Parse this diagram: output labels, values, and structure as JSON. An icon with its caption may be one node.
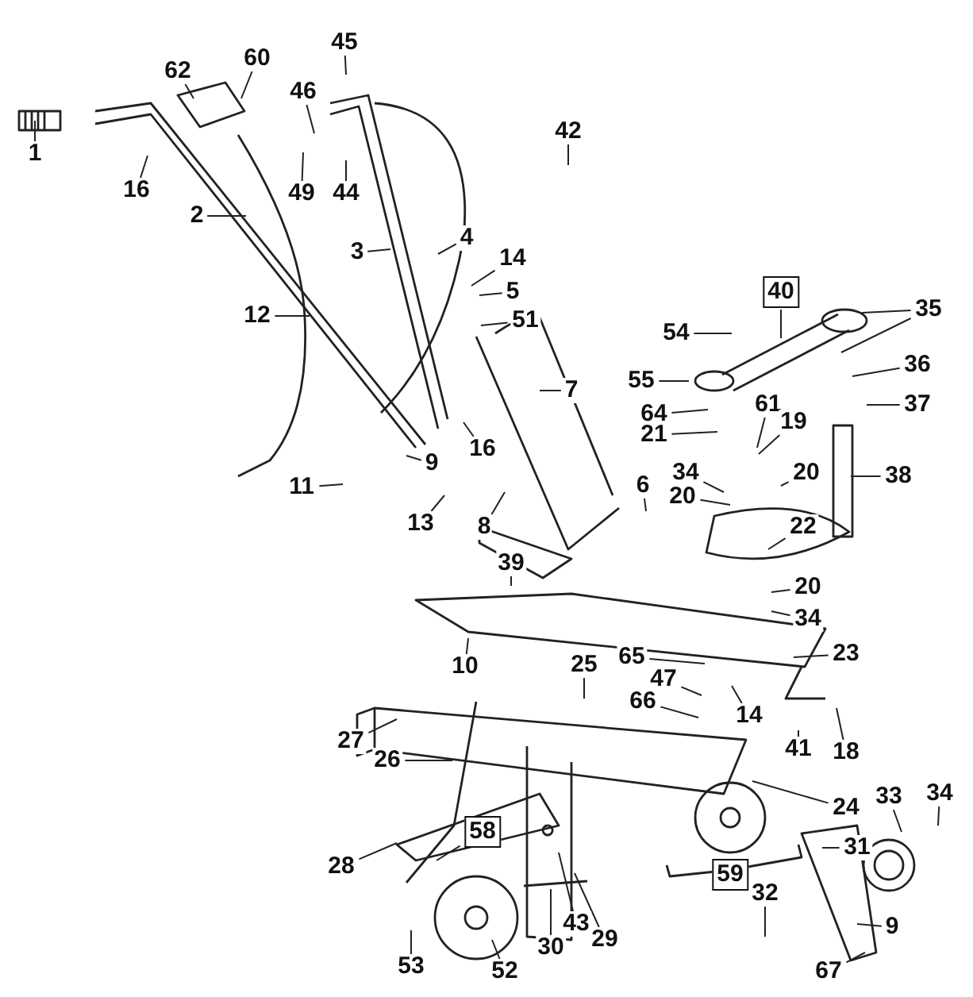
{
  "diagram": {
    "nodes": [
      {
        "text": [
          "1"
        ]
      },
      {
        "text": [
          "16"
        ]
      },
      {
        "text": [
          "62"
        ]
      },
      {
        "text": [
          "60"
        ]
      },
      {
        "text": [
          "45"
        ]
      },
      {
        "text": [
          "46"
        ]
      },
      {
        "text": [
          "49"
        ]
      },
      {
        "text": [
          "44"
        ]
      },
      {
        "text": [
          "42"
        ]
      },
      {
        "text": [
          "2"
        ]
      },
      {
        "text": [
          "12"
        ]
      },
      {
        "text": [
          "3"
        ]
      },
      {
        "text": [
          "4"
        ]
      },
      {
        "text": [
          "14"
        ]
      },
      {
        "text": [
          "5"
        ]
      },
      {
        "text": [
          "51"
        ]
      },
      {
        "text": [
          "7"
        ]
      },
      {
        "text": [
          "16"
        ]
      },
      {
        "text": [
          "9"
        ]
      },
      {
        "text": [
          "11"
        ]
      },
      {
        "text": [
          "13"
        ]
      },
      {
        "text": [
          "8"
        ]
      },
      {
        "text": [
          "6"
        ]
      },
      {
        "text": [
          "39"
        ]
      },
      {
        "text": [
          "10"
        ]
      },
      {
        "text": [
          "40"
        ]
      },
      {
        "text": [
          "54"
        ]
      },
      {
        "text": [
          "55"
        ]
      },
      {
        "text": [
          "35"
        ]
      },
      {
        "text": [
          "36"
        ]
      },
      {
        "text": [
          "37"
        ]
      },
      {
        "text": [
          "64"
        ]
      },
      {
        "text": [
          "61"
        ]
      },
      {
        "text": [
          "19"
        ]
      },
      {
        "text": [
          "21"
        ]
      },
      {
        "text": [
          "34"
        ]
      },
      {
        "text": [
          "20"
        ]
      },
      {
        "text": [
          "38"
        ]
      },
      {
        "text": [
          "20"
        ]
      },
      {
        "text": [
          "22"
        ]
      },
      {
        "text": [
          "20"
        ]
      },
      {
        "text": [
          "34"
        ]
      },
      {
        "text": [
          "23"
        ]
      },
      {
        "text": [
          "25"
        ]
      },
      {
        "text": [
          "65"
        ]
      },
      {
        "text": [
          "47"
        ]
      },
      {
        "text": [
          "66"
        ]
      },
      {
        "text": [
          "14"
        ]
      },
      {
        "text": [
          "18"
        ]
      },
      {
        "text": [
          "41"
        ]
      },
      {
        "text": [
          "24"
        ]
      },
      {
        "text": [
          "27"
        ]
      },
      {
        "text": [
          "26"
        ]
      },
      {
        "text": [
          "33"
        ]
      },
      {
        "text": [
          "34"
        ]
      },
      {
        "text": [
          "31"
        ]
      },
      {
        "text": [
          "28"
        ]
      },
      {
        "text": [
          "58"
        ]
      },
      {
        "text": [
          "59"
        ]
      },
      {
        "text": [
          "32"
        ]
      },
      {
        "text": [
          "9"
        ]
      },
      {
        "text": [
          "67"
        ]
      },
      {
        "text": [
          "53"
        ]
      },
      {
        "text": [
          "52"
        ]
      },
      {
        "text": [
          "30"
        ]
      },
      {
        "text": [
          "43"
        ]
      },
      {
        "text": [
          "29"
        ]
      }
    ],
    "edges": [
      {
        "from": 0,
        "to": null,
        "arrow": "none"
      },
      {
        "from": 1,
        "to": null,
        "arrow": "none"
      },
      {
        "from": 2,
        "to": null,
        "arrow": "none"
      },
      {
        "from": 3,
        "to": null,
        "arrow": "none"
      },
      {
        "from": 4,
        "to": null,
        "arrow": "none"
      },
      {
        "from": 5,
        "to": null,
        "arrow": "none"
      },
      {
        "from": 6,
        "to": null,
        "arrow": "none"
      },
      {
        "from": 7,
        "to": null,
        "arrow": "none"
      },
      {
        "from": 8,
        "to": null,
        "arrow": "none"
      },
      {
        "from": 9,
        "to": null,
        "arrow": "none"
      },
      {
        "from": 10,
        "to": null,
        "arrow": "none"
      },
      {
        "from": 11,
        "to": null,
        "arrow": "none"
      },
      {
        "from": 12,
        "to": null,
        "arrow": "none"
      },
      {
        "from": 13,
        "to": null,
        "arrow": "none"
      },
      {
        "from": 14,
        "to": null,
        "arrow": "none"
      },
      {
        "from": 15,
        "to": null,
        "arrow": "none"
      },
      {
        "from": 16,
        "to": null,
        "arrow": "none"
      },
      {
        "from": 17,
        "to": null,
        "arrow": "none"
      },
      {
        "from": 18,
        "to": null,
        "arrow": "none"
      },
      {
        "from": 19,
        "to": null,
        "arrow": "none"
      },
      {
        "from": 20,
        "to": null,
        "arrow": "none"
      },
      {
        "from": 21,
        "to": null,
        "arrow": "none"
      },
      {
        "from": 22,
        "to": null,
        "arrow": "none"
      },
      {
        "from": 23,
        "to": null,
        "arrow": "none"
      },
      {
        "from": 24,
        "to": null,
        "arrow": "none"
      },
      {
        "from": 25,
        "to": null,
        "arrow": "none"
      },
      {
        "from": 26,
        "to": null,
        "arrow": "none"
      },
      {
        "from": 27,
        "to": null,
        "arrow": "none"
      },
      {
        "from": 28,
        "to": null,
        "arrow": "none"
      },
      {
        "from": 28,
        "to": null,
        "arrow": "none"
      },
      {
        "from": 29,
        "to": null,
        "arrow": "none"
      },
      {
        "from": 30,
        "to": null,
        "arrow": "none"
      },
      {
        "from": 31,
        "to": null,
        "arrow": "none"
      },
      {
        "from": 32,
        "to": null,
        "arrow": "none"
      },
      {
        "from": 33,
        "to": null,
        "arrow": "none"
      },
      {
        "from": 34,
        "to": null,
        "arrow": "none"
      },
      {
        "from": 35,
        "to": null,
        "arrow": "none"
      },
      {
        "from": 36,
        "to": null,
        "arrow": "none"
      },
      {
        "from": 37,
        "to": null,
        "arrow": "none"
      },
      {
        "from": 38,
        "to": null,
        "arrow": "none"
      },
      {
        "from": 39,
        "to": null,
        "arrow": "none"
      },
      {
        "from": 40,
        "to": null,
        "arrow": "none"
      },
      {
        "from": 41,
        "to": null,
        "arrow": "none"
      },
      {
        "from": 42,
        "to": null,
        "arrow": "none"
      },
      {
        "from": 43,
        "to": null,
        "arrow": "none"
      },
      {
        "from": 44,
        "to": null,
        "arrow": "none"
      },
      {
        "from": 45,
        "to": null,
        "arrow": "none"
      },
      {
        "from": 46,
        "to": null,
        "arrow": "none"
      },
      {
        "from": 47,
        "to": null,
        "arrow": "none"
      },
      {
        "from": 48,
        "to": null,
        "arrow": "none"
      },
      {
        "from": 49,
        "to": null,
        "arrow": "none"
      },
      {
        "from": 50,
        "to": null,
        "arrow": "none"
      },
      {
        "from": 51,
        "to": null,
        "arrow": "none"
      },
      {
        "from": 52,
        "to": null,
        "arrow": "none"
      },
      {
        "from": 53,
        "to": null,
        "arrow": "none"
      },
      {
        "from": 54,
        "to": null,
        "arrow": "none"
      },
      {
        "from": 55,
        "to": null,
        "arrow": "none"
      },
      {
        "from": 56,
        "to": null,
        "arrow": "none"
      },
      {
        "from": 57,
        "to": null,
        "arrow": "none"
      },
      {
        "from": 59,
        "to": null,
        "arrow": "none"
      },
      {
        "from": 60,
        "to": null,
        "arrow": "none"
      },
      {
        "from": 61,
        "to": null,
        "arrow": "none"
      },
      {
        "from": 62,
        "to": null,
        "arrow": "none"
      },
      {
        "from": 63,
        "to": null,
        "arrow": "none"
      },
      {
        "from": 64,
        "to": null,
        "arrow": "none"
      },
      {
        "from": 65,
        "to": null,
        "arrow": "none"
      },
      {
        "from": 66,
        "to": null,
        "arrow": "none"
      }
    ]
  }
}
